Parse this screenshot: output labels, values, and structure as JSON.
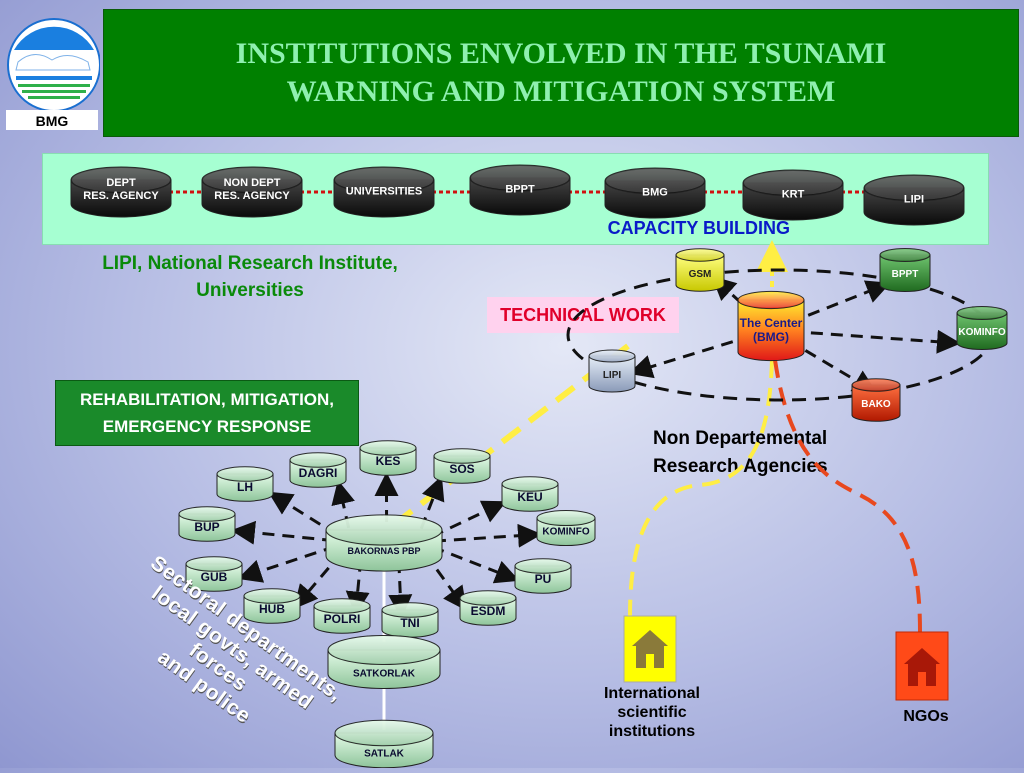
{
  "header": {
    "title_line1": "INSTITUTIONS ENVOLVED IN THE TSUNAMI",
    "title_line2": "WARNING AND MITIGATION SYSTEM"
  },
  "logo": {
    "label": "BMG"
  },
  "capacity": {
    "label": "CAPACITY BUILDING",
    "nodes": [
      {
        "line1": "DEPT",
        "line2": "RES. AGENCY"
      },
      {
        "line1": "NON DEPT",
        "line2": "RES. AGENCY"
      },
      {
        "line1": "UNIVERSITIES",
        "line2": ""
      },
      {
        "line1": "BPPT",
        "line2": ""
      },
      {
        "line1": "BMG",
        "line2": ""
      },
      {
        "line1": "KRT",
        "line2": ""
      },
      {
        "line1": "LIPI",
        "line2": ""
      }
    ]
  },
  "lipi_note": {
    "line1": "LIPI, National Research Institute,",
    "line2": "Universities"
  },
  "technical_work": "TECHNICAL WORK",
  "rehab": {
    "line1": "REHABILITATION, MITIGATION,",
    "line2": "EMERGENCY RESPONSE"
  },
  "technical_cluster": {
    "center": {
      "line1": "The Center",
      "line2": "(BMG)"
    },
    "nodes": [
      "GSM",
      "BPPT",
      "KOMINFO",
      "BAKO",
      "LIPI"
    ]
  },
  "non_departmental": {
    "line1": "Non Departemental",
    "line2": "Research Agencies"
  },
  "bakornas_cluster": {
    "center": "BAKORNAS PBP",
    "nodes": [
      "DAGRI",
      "KES",
      "SOS",
      "KEU",
      "KOMINFO",
      "PU",
      "ESDM",
      "TNI",
      "POLRI",
      "HUB",
      "GUB",
      "BUP",
      "LH"
    ],
    "satkorlak": "SATKORLAK",
    "satlak": "SATLAK"
  },
  "sectoral": {
    "line1": "Sectoral departments,",
    "line2": "local govts, armed forces",
    "line3": "and police"
  },
  "international": {
    "line1": "International",
    "line2": "scientific",
    "line3": "institutions"
  },
  "ngos": "NGOs",
  "colors": {
    "header_bg": "#008000",
    "title": "#8ff0b0",
    "capacity_panel": "#a6ffd2",
    "capacity_label": "#0a1ac8",
    "green_text": "#0a8a0a",
    "technical_work_bg": "#ffd2ee",
    "technical_work_text": "#e0002a",
    "rehab_bg": "#1a8a2a",
    "yellow_link": "#ffee44",
    "red_link": "#e8481e"
  }
}
